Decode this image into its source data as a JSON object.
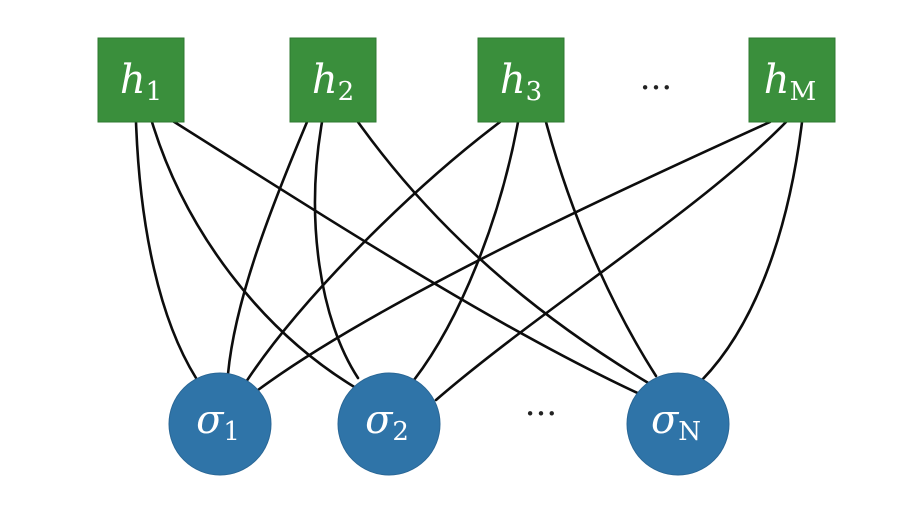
{
  "diagram": {
    "hidden_units": [
      {
        "id": "h1",
        "symbol": "h",
        "subscript": "1"
      },
      {
        "id": "h2",
        "symbol": "h",
        "subscript": "2"
      },
      {
        "id": "h3",
        "symbol": "h",
        "subscript": "3"
      },
      {
        "id": "hM",
        "symbol": "h",
        "subscript": "M"
      }
    ],
    "visible_units": [
      {
        "id": "s1",
        "symbol": "σ",
        "subscript": "1"
      },
      {
        "id": "s2",
        "symbol": "σ",
        "subscript": "2"
      },
      {
        "id": "sN",
        "symbol": "σ",
        "subscript": "N"
      }
    ],
    "hidden_ellipsis": "···",
    "visible_ellipsis": "···",
    "connections": [
      [
        "h1",
        "s1"
      ],
      [
        "h1",
        "s2"
      ],
      [
        "h1",
        "sN"
      ],
      [
        "h2",
        "s1"
      ],
      [
        "h2",
        "s2"
      ],
      [
        "h2",
        "sN"
      ],
      [
        "h3",
        "s1"
      ],
      [
        "h3",
        "s2"
      ],
      [
        "h3",
        "sN"
      ],
      [
        "hM",
        "s1"
      ],
      [
        "hM",
        "s2"
      ],
      [
        "hM",
        "sN"
      ]
    ],
    "colors": {
      "hidden_fill": "#3a8f3c",
      "visible_fill": "#2f74a8",
      "edge": "#0d0d0d",
      "label": "#ffffff"
    }
  }
}
